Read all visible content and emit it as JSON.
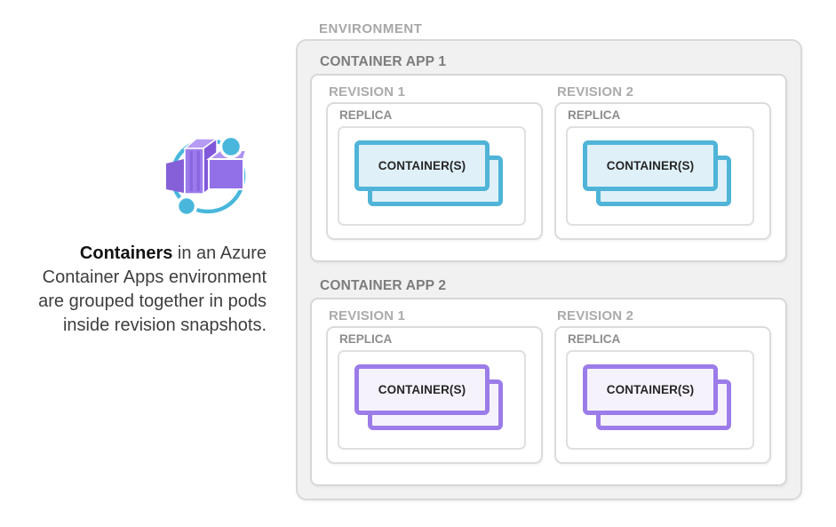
{
  "colors": {
    "cyan_border": "#4FB4D8",
    "cyan_fill": "#DFF0F8",
    "purple_border": "#9B7CE8",
    "purple_fill": "#F6F2FC",
    "env_background": "#F1F1F1",
    "env_border": "#D9D9D9",
    "icon_purple": "#9C7BEC",
    "icon_blue": "#49B7DC"
  },
  "side_panel": {
    "icon": "azure-container-apps-icon",
    "caption": {
      "bold": "Containers",
      "line1": " in an Azure",
      "line2": "Container Apps environment",
      "line3": "are grouped together in pods",
      "line4": "inside revision snapshots."
    }
  },
  "environment": {
    "label": "ENVIRONMENT",
    "apps": [
      {
        "label": "CONTAINER APP 1",
        "theme": "cyan",
        "revisions": [
          {
            "label": "REVISION 1",
            "replica_label": "REPLICA",
            "containers_label": "CONTAINER(S)"
          },
          {
            "label": "REVISION 2",
            "replica_label": "REPLICA",
            "containers_label": "CONTAINER(S)"
          }
        ]
      },
      {
        "label": "CONTAINER APP 2",
        "theme": "purple",
        "revisions": [
          {
            "label": "REVISION 1",
            "replica_label": "REPLICA",
            "containers_label": "CONTAINER(S)"
          },
          {
            "label": "REVISION 2",
            "replica_label": "REPLICA",
            "containers_label": "CONTAINER(S)"
          }
        ]
      }
    ]
  }
}
